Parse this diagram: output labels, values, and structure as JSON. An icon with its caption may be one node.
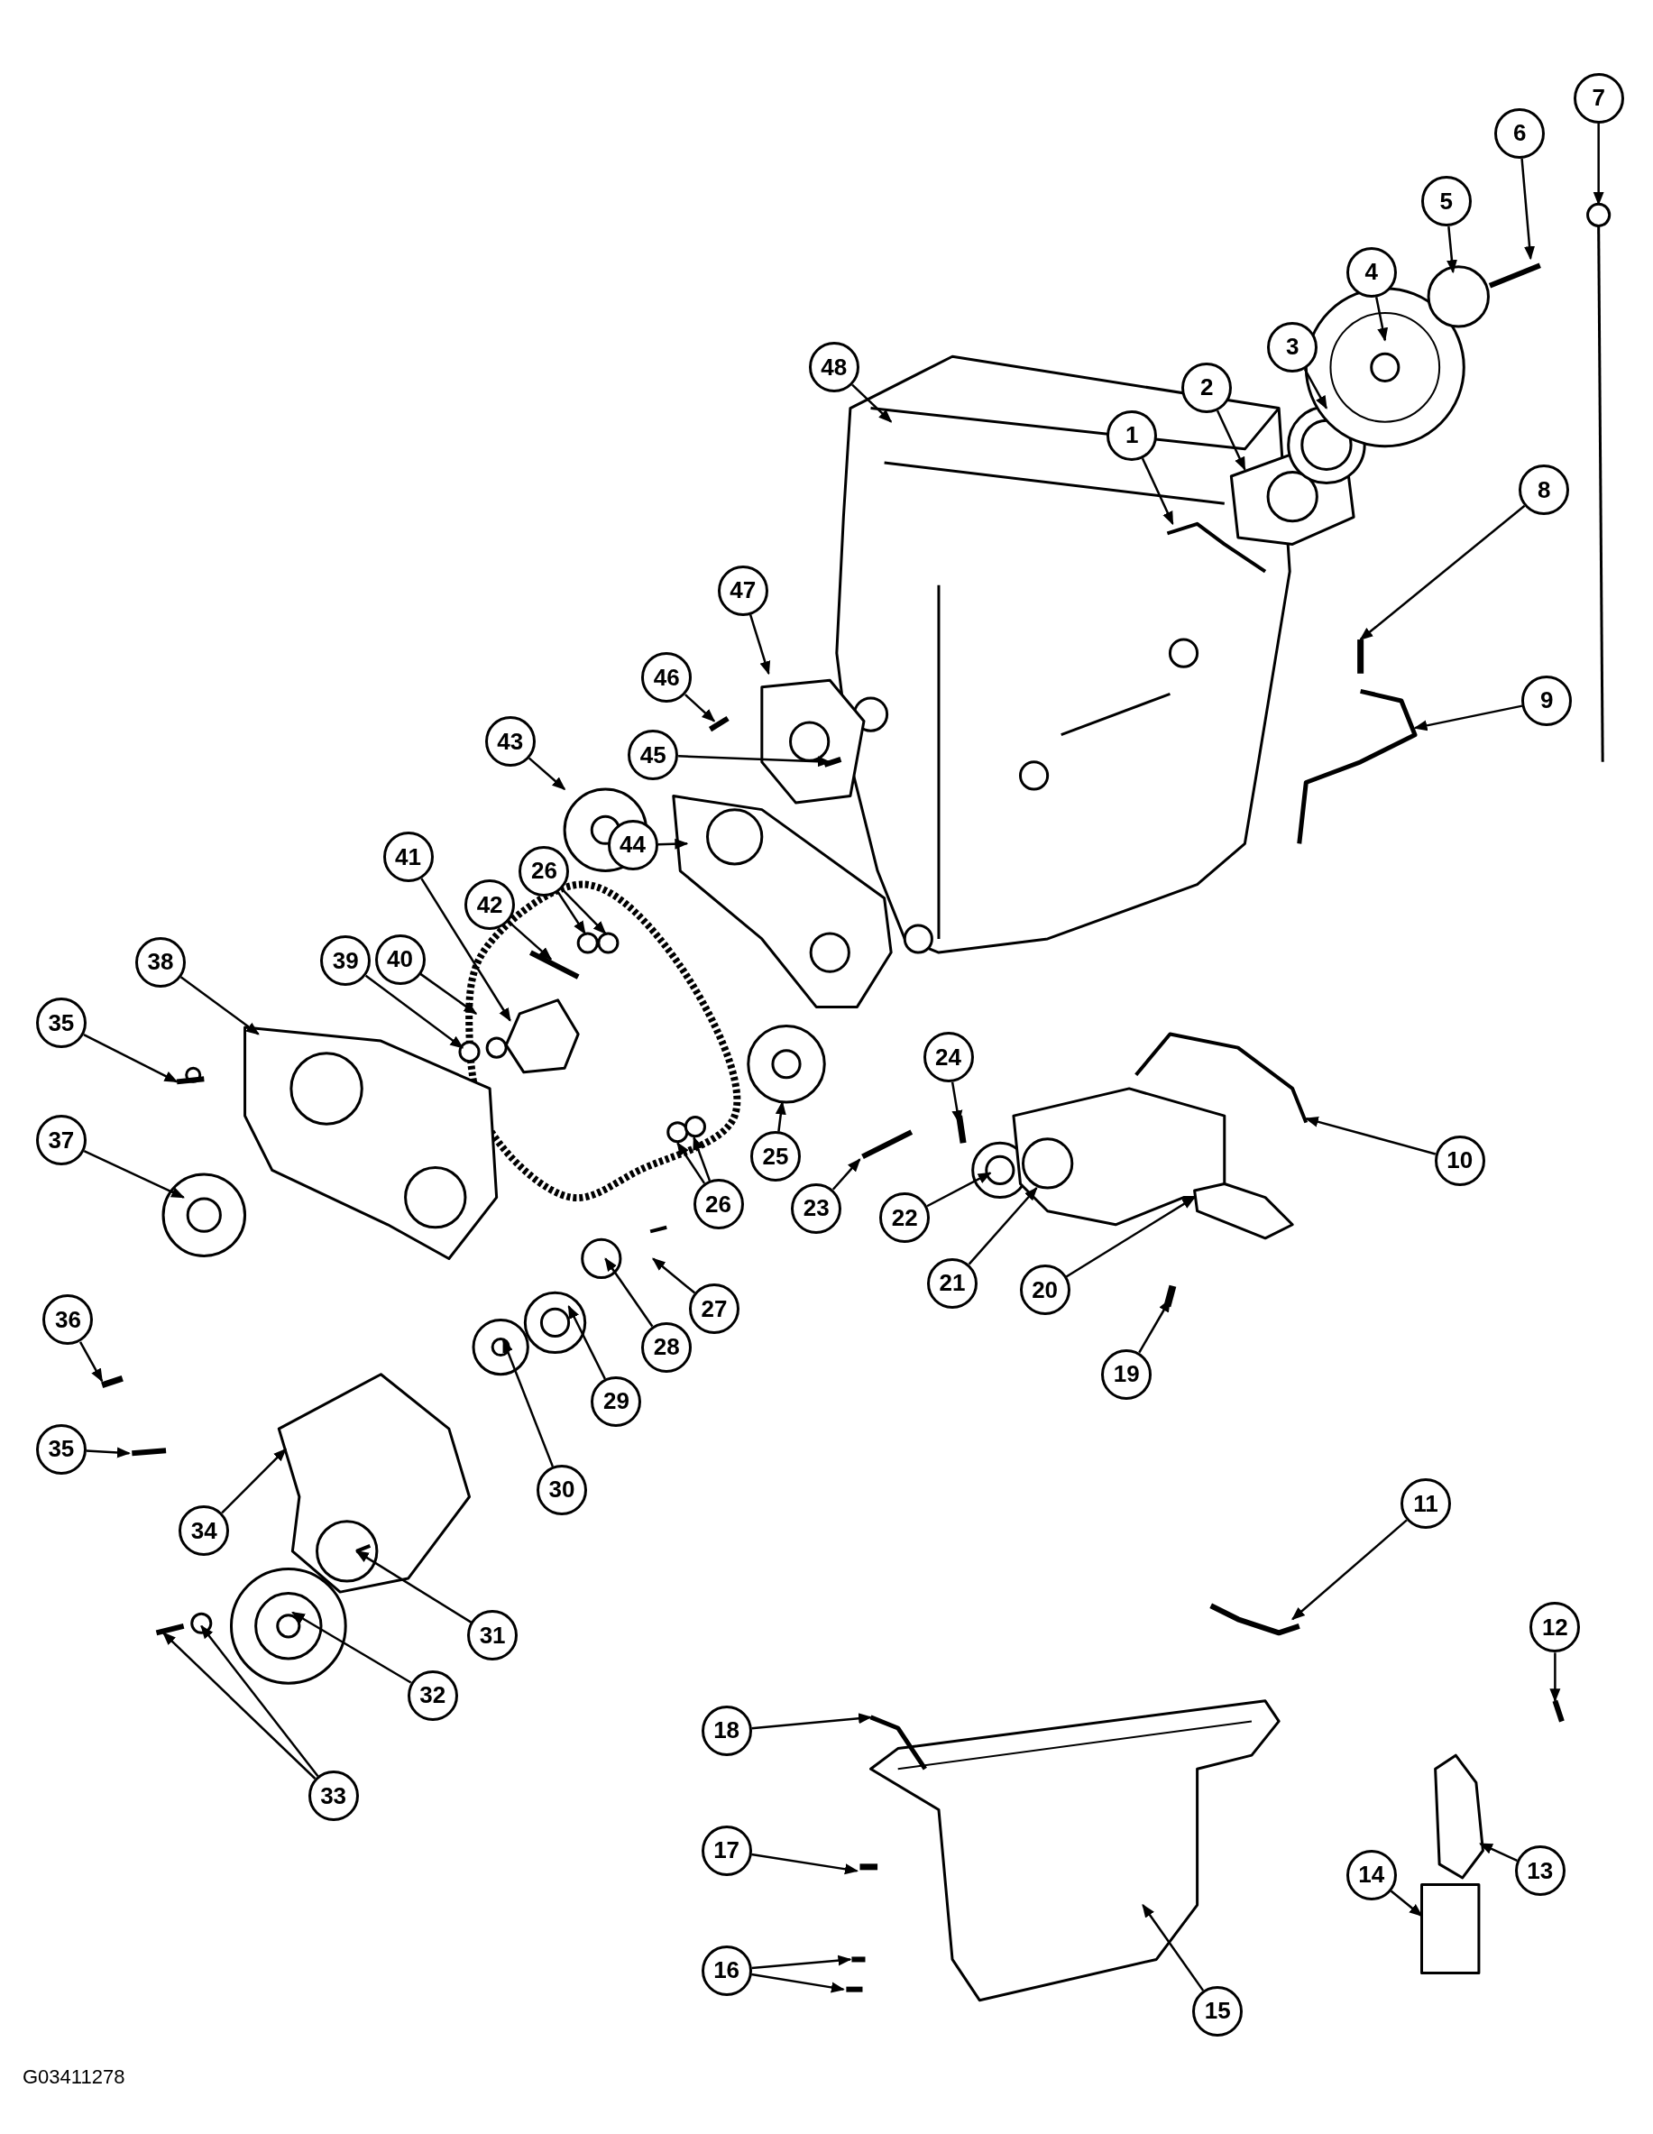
{
  "diagram": {
    "nodes": [
      {
        "text": [
          "7"
        ]
      },
      {
        "text": [
          "6"
        ]
      },
      {
        "text": [
          "5"
        ]
      },
      {
        "text": [
          "4"
        ]
      },
      {
        "text": [
          "3"
        ]
      },
      {
        "text": [
          "48"
        ]
      },
      {
        "text": [
          "2"
        ]
      },
      {
        "text": [
          "1"
        ]
      },
      {
        "text": [
          "8"
        ]
      },
      {
        "text": [
          "47"
        ]
      },
      {
        "text": [
          "46"
        ]
      },
      {
        "text": [
          "9"
        ]
      },
      {
        "text": [
          "43"
        ]
      },
      {
        "text": [
          "45"
        ]
      },
      {
        "text": [
          "26"
        ]
      },
      {
        "text": [
          "44"
        ]
      },
      {
        "text": [
          "41"
        ]
      },
      {
        "text": [
          "42"
        ]
      },
      {
        "text": [
          "38"
        ]
      },
      {
        "text": [
          "39"
        ]
      },
      {
        "text": [
          "40"
        ]
      },
      {
        "text": [
          "35"
        ]
      },
      {
        "text": [
          "24"
        ]
      },
      {
        "text": [
          "37"
        ]
      },
      {
        "text": [
          "25"
        ]
      },
      {
        "text": [
          "10"
        ]
      },
      {
        "text": [
          "22"
        ]
      },
      {
        "text": [
          "26"
        ]
      },
      {
        "text": [
          "23"
        ]
      },
      {
        "text": [
          "21"
        ]
      },
      {
        "text": [
          "20"
        ]
      },
      {
        "text": [
          "27"
        ]
      },
      {
        "text": [
          "36"
        ]
      },
      {
        "text": [
          "28"
        ]
      },
      {
        "text": [
          "19"
        ]
      },
      {
        "text": [
          "29"
        ]
      },
      {
        "text": [
          "35"
        ]
      },
      {
        "text": [
          "30"
        ]
      },
      {
        "text": [
          "11"
        ]
      },
      {
        "text": [
          "34"
        ]
      },
      {
        "text": [
          "12"
        ]
      },
      {
        "text": [
          "31"
        ]
      },
      {
        "text": [
          "32"
        ]
      },
      {
        "text": [
          "18"
        ]
      },
      {
        "text": [
          "33"
        ]
      },
      {
        "text": [
          "17"
        ]
      },
      {
        "text": [
          "13"
        ]
      },
      {
        "text": [
          "14"
        ]
      },
      {
        "text": [
          "16"
        ]
      },
      {
        "text": [
          "15"
        ]
      }
    ],
    "edges": [
      {
        "from": 0,
        "to": null,
        "arrow": "to"
      },
      {
        "from": 1,
        "to": null,
        "arrow": "to"
      },
      {
        "from": 2,
        "to": null,
        "arrow": "to"
      },
      {
        "from": 3,
        "to": null,
        "arrow": "to"
      },
      {
        "from": 4,
        "to": null,
        "arrow": "to"
      },
      {
        "from": 5,
        "to": null,
        "arrow": "to"
      },
      {
        "from": 6,
        "to": null,
        "arrow": "to"
      },
      {
        "from": 7,
        "to": null,
        "arrow": "to"
      },
      {
        "from": 8,
        "to": null,
        "arrow": "to"
      },
      {
        "from": 9,
        "to": null,
        "arrow": "to"
      },
      {
        "from": 10,
        "to": null,
        "arrow": "to"
      },
      {
        "from": 11,
        "to": null,
        "arrow": "to"
      },
      {
        "from": 12,
        "to": null,
        "arrow": "to"
      },
      {
        "from": 13,
        "to": null,
        "arrow": "to"
      },
      {
        "from": 14,
        "to": null,
        "arrow": "to"
      },
      {
        "from": 14,
        "to": null,
        "arrow": "to"
      },
      {
        "from": 15,
        "to": null,
        "arrow": "to"
      },
      {
        "from": 16,
        "to": null,
        "arrow": "to"
      },
      {
        "from": 17,
        "to": null,
        "arrow": "to"
      },
      {
        "from": 18,
        "to": null,
        "arrow": "to"
      },
      {
        "from": 19,
        "to": null,
        "arrow": "to"
      },
      {
        "from": 20,
        "to": null,
        "arrow": "to"
      },
      {
        "from": 21,
        "to": null,
        "arrow": "to"
      },
      {
        "from": 22,
        "to": null,
        "arrow": "to"
      },
      {
        "from": 23,
        "to": null,
        "arrow": "to"
      },
      {
        "from": 24,
        "to": null,
        "arrow": "to"
      },
      {
        "from": 25,
        "to": null,
        "arrow": "to"
      },
      {
        "from": 26,
        "to": null,
        "arrow": "to"
      },
      {
        "from": 27,
        "to": null,
        "arrow": "to"
      },
      {
        "from": 27,
        "to": null,
        "arrow": "to"
      },
      {
        "from": 28,
        "to": null,
        "arrow": "to"
      },
      {
        "from": 29,
        "to": null,
        "arrow": "to"
      },
      {
        "from": 30,
        "to": null,
        "arrow": "to"
      },
      {
        "from": 31,
        "to": null,
        "arrow": "to"
      },
      {
        "from": 32,
        "to": null,
        "arrow": "to"
      },
      {
        "from": 33,
        "to": null,
        "arrow": "to"
      },
      {
        "from": 34,
        "to": null,
        "arrow": "to"
      },
      {
        "from": 35,
        "to": null,
        "arrow": "to"
      },
      {
        "from": 36,
        "to": null,
        "arrow": "to"
      },
      {
        "from": 37,
        "to": null,
        "arrow": "to"
      },
      {
        "from": 38,
        "to": null,
        "arrow": "to"
      },
      {
        "from": 39,
        "to": null,
        "arrow": "to"
      },
      {
        "from": 40,
        "to": null,
        "arrow": "to"
      },
      {
        "from": 41,
        "to": null,
        "arrow": "to"
      },
      {
        "from": 42,
        "to": null,
        "arrow": "to"
      },
      {
        "from": 43,
        "to": null,
        "arrow": "to"
      },
      {
        "from": 44,
        "to": null,
        "arrow": "to"
      },
      {
        "from": 44,
        "to": null,
        "arrow": "to"
      },
      {
        "from": 45,
        "to": null,
        "arrow": "to"
      },
      {
        "from": 46,
        "to": null,
        "arrow": "to"
      },
      {
        "from": 47,
        "to": null,
        "arrow": "to"
      },
      {
        "from": 48,
        "to": null,
        "arrow": "to"
      },
      {
        "from": 48,
        "to": null,
        "arrow": "to"
      },
      {
        "from": 49,
        "to": null,
        "arrow": "to"
      }
    ],
    "labels": [
      "G03411278"
    ]
  }
}
